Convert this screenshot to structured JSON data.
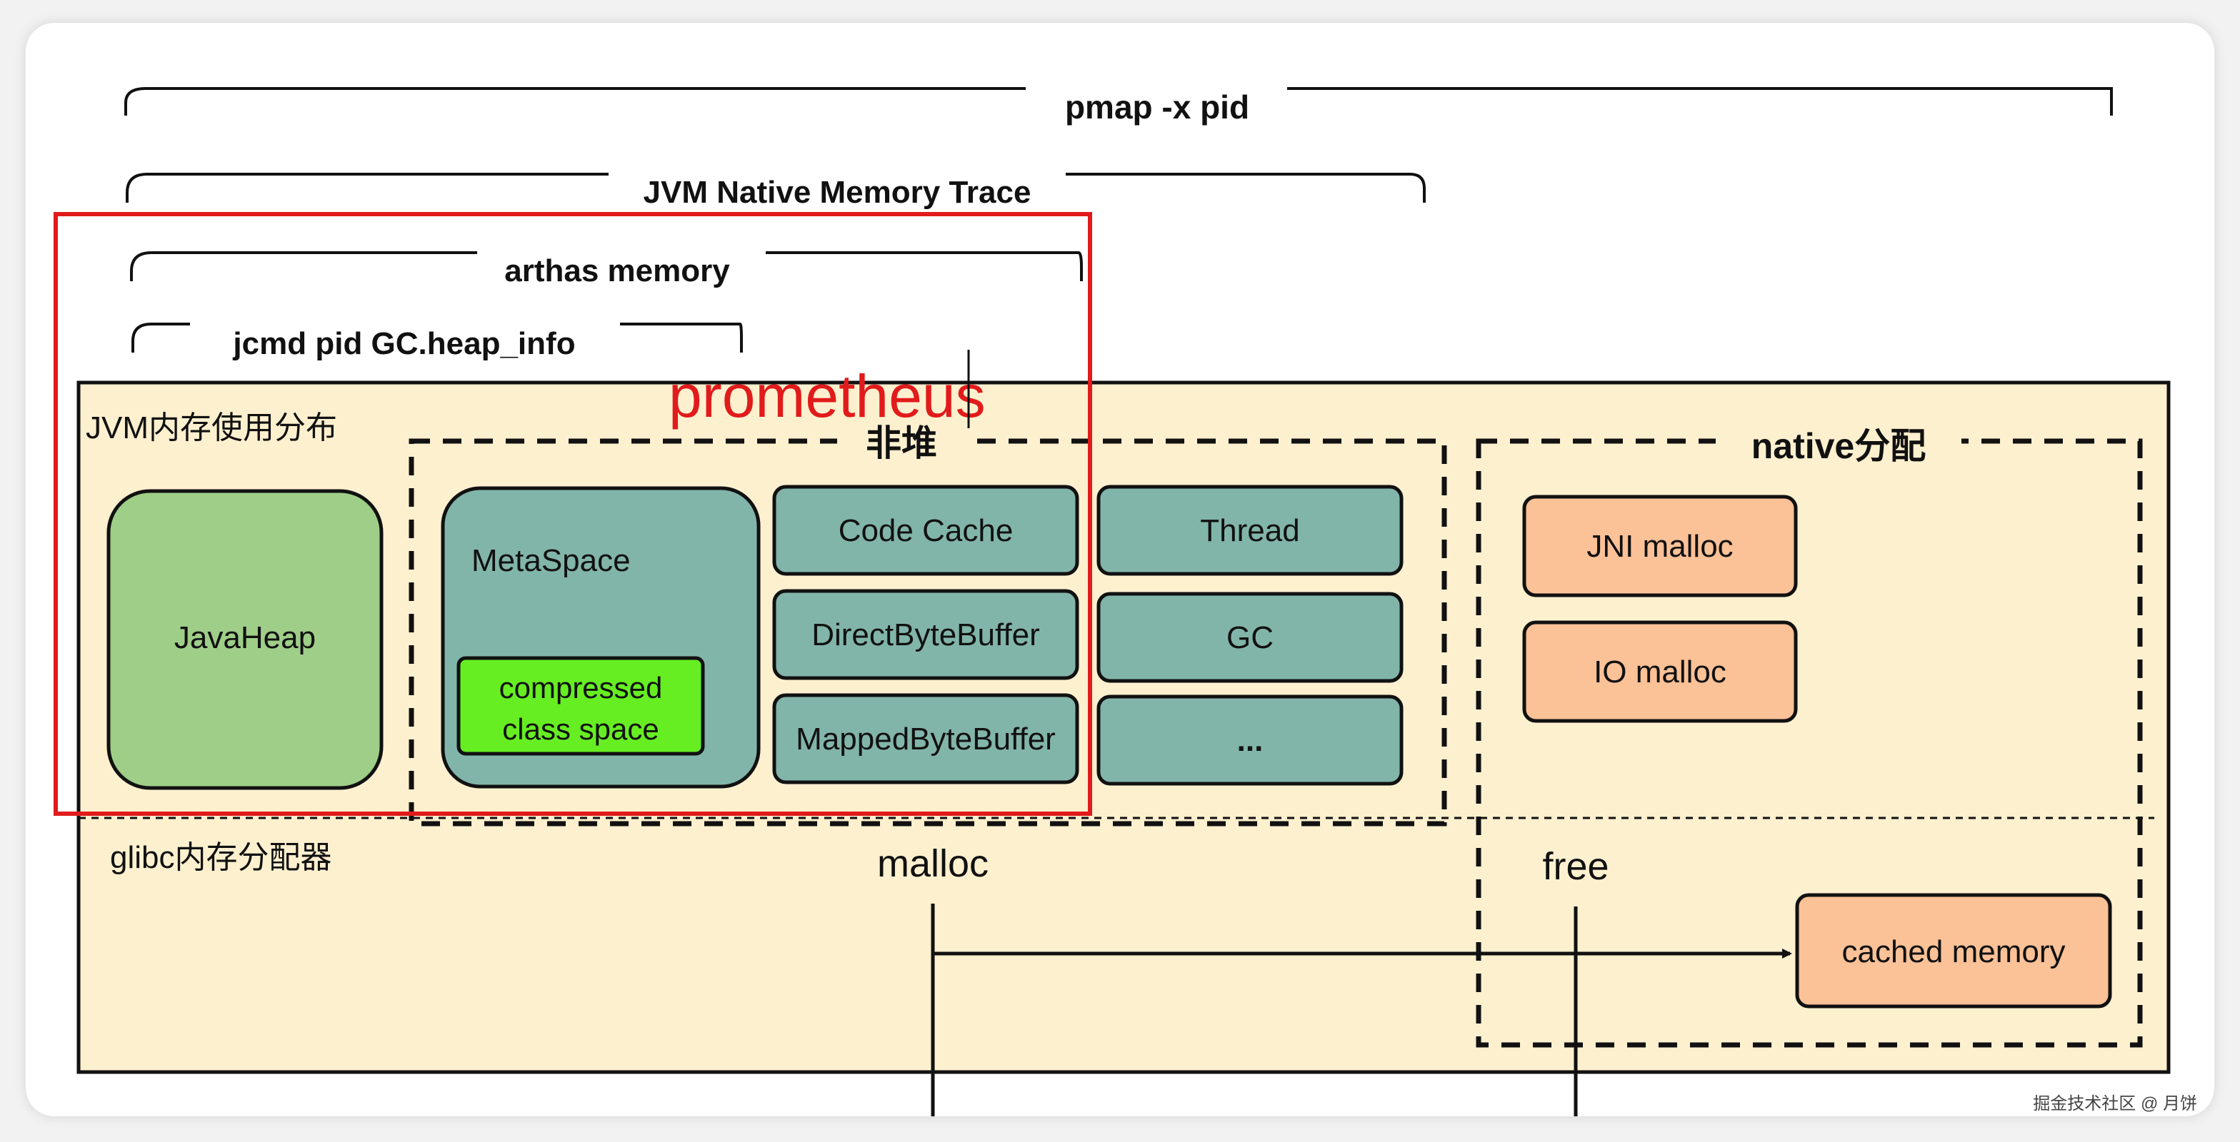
{
  "brackets": {
    "pmap": "pmap -x pid",
    "nmt": "JVM Native Memory Trace",
    "arthas": "arthas memory",
    "jcmd": "jcmd pid GC.heap_info"
  },
  "annotation": {
    "prometheus": "prometheus"
  },
  "jvm": {
    "title": "JVM内存使用分布",
    "java_heap": "JavaHeap",
    "non_heap_title": "非堆",
    "metaspace": "MetaSpace",
    "compressed_line1": "compressed",
    "compressed_line2": "class space",
    "code_cache": "Code Cache",
    "direct_byte_buffer": "DirectByteBuffer",
    "mapped_byte_buffer": "MappedByteBuffer",
    "thread": "Thread",
    "gc": "GC",
    "ellipsis": "..."
  },
  "native": {
    "title": "native分配",
    "jni_malloc": "JNI malloc",
    "io_malloc": "IO malloc",
    "cached_memory": "cached memory"
  },
  "glibc": {
    "title": "glibc内存分配器",
    "malloc": "malloc",
    "free": "free"
  },
  "footer": {
    "credit": "掘金技术社区 @ 月饼"
  },
  "colors": {
    "background": "#fdf0cf",
    "java_heap": "#9fce88",
    "teal": "#82b5aa",
    "green_bright": "#66ee22",
    "peach": "#fbc197",
    "highlight": "#e11b1b"
  }
}
